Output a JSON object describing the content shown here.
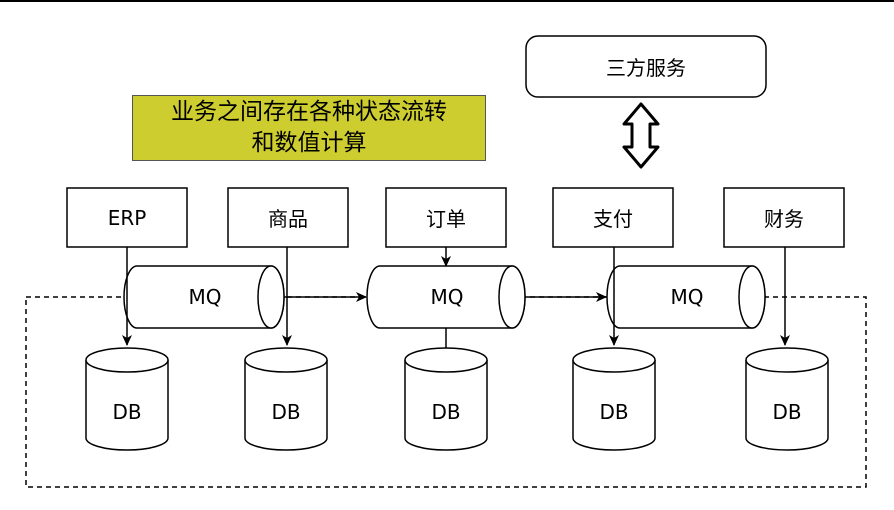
{
  "note": {
    "line1": "业务之间存在各种状态流转",
    "line2": "和数值计算",
    "color": "#cdcd2f"
  },
  "third_party": {
    "label": "三方服务"
  },
  "services": {
    "erp": "ERP",
    "goods": "商品",
    "order": "订单",
    "payment": "支付",
    "finance": "财务"
  },
  "queues": {
    "mq1": "MQ",
    "mq2": "MQ",
    "mq3": "MQ"
  },
  "databases": {
    "db1": "DB",
    "db2": "DB",
    "db3": "DB",
    "db4": "DB",
    "db5": "DB"
  }
}
